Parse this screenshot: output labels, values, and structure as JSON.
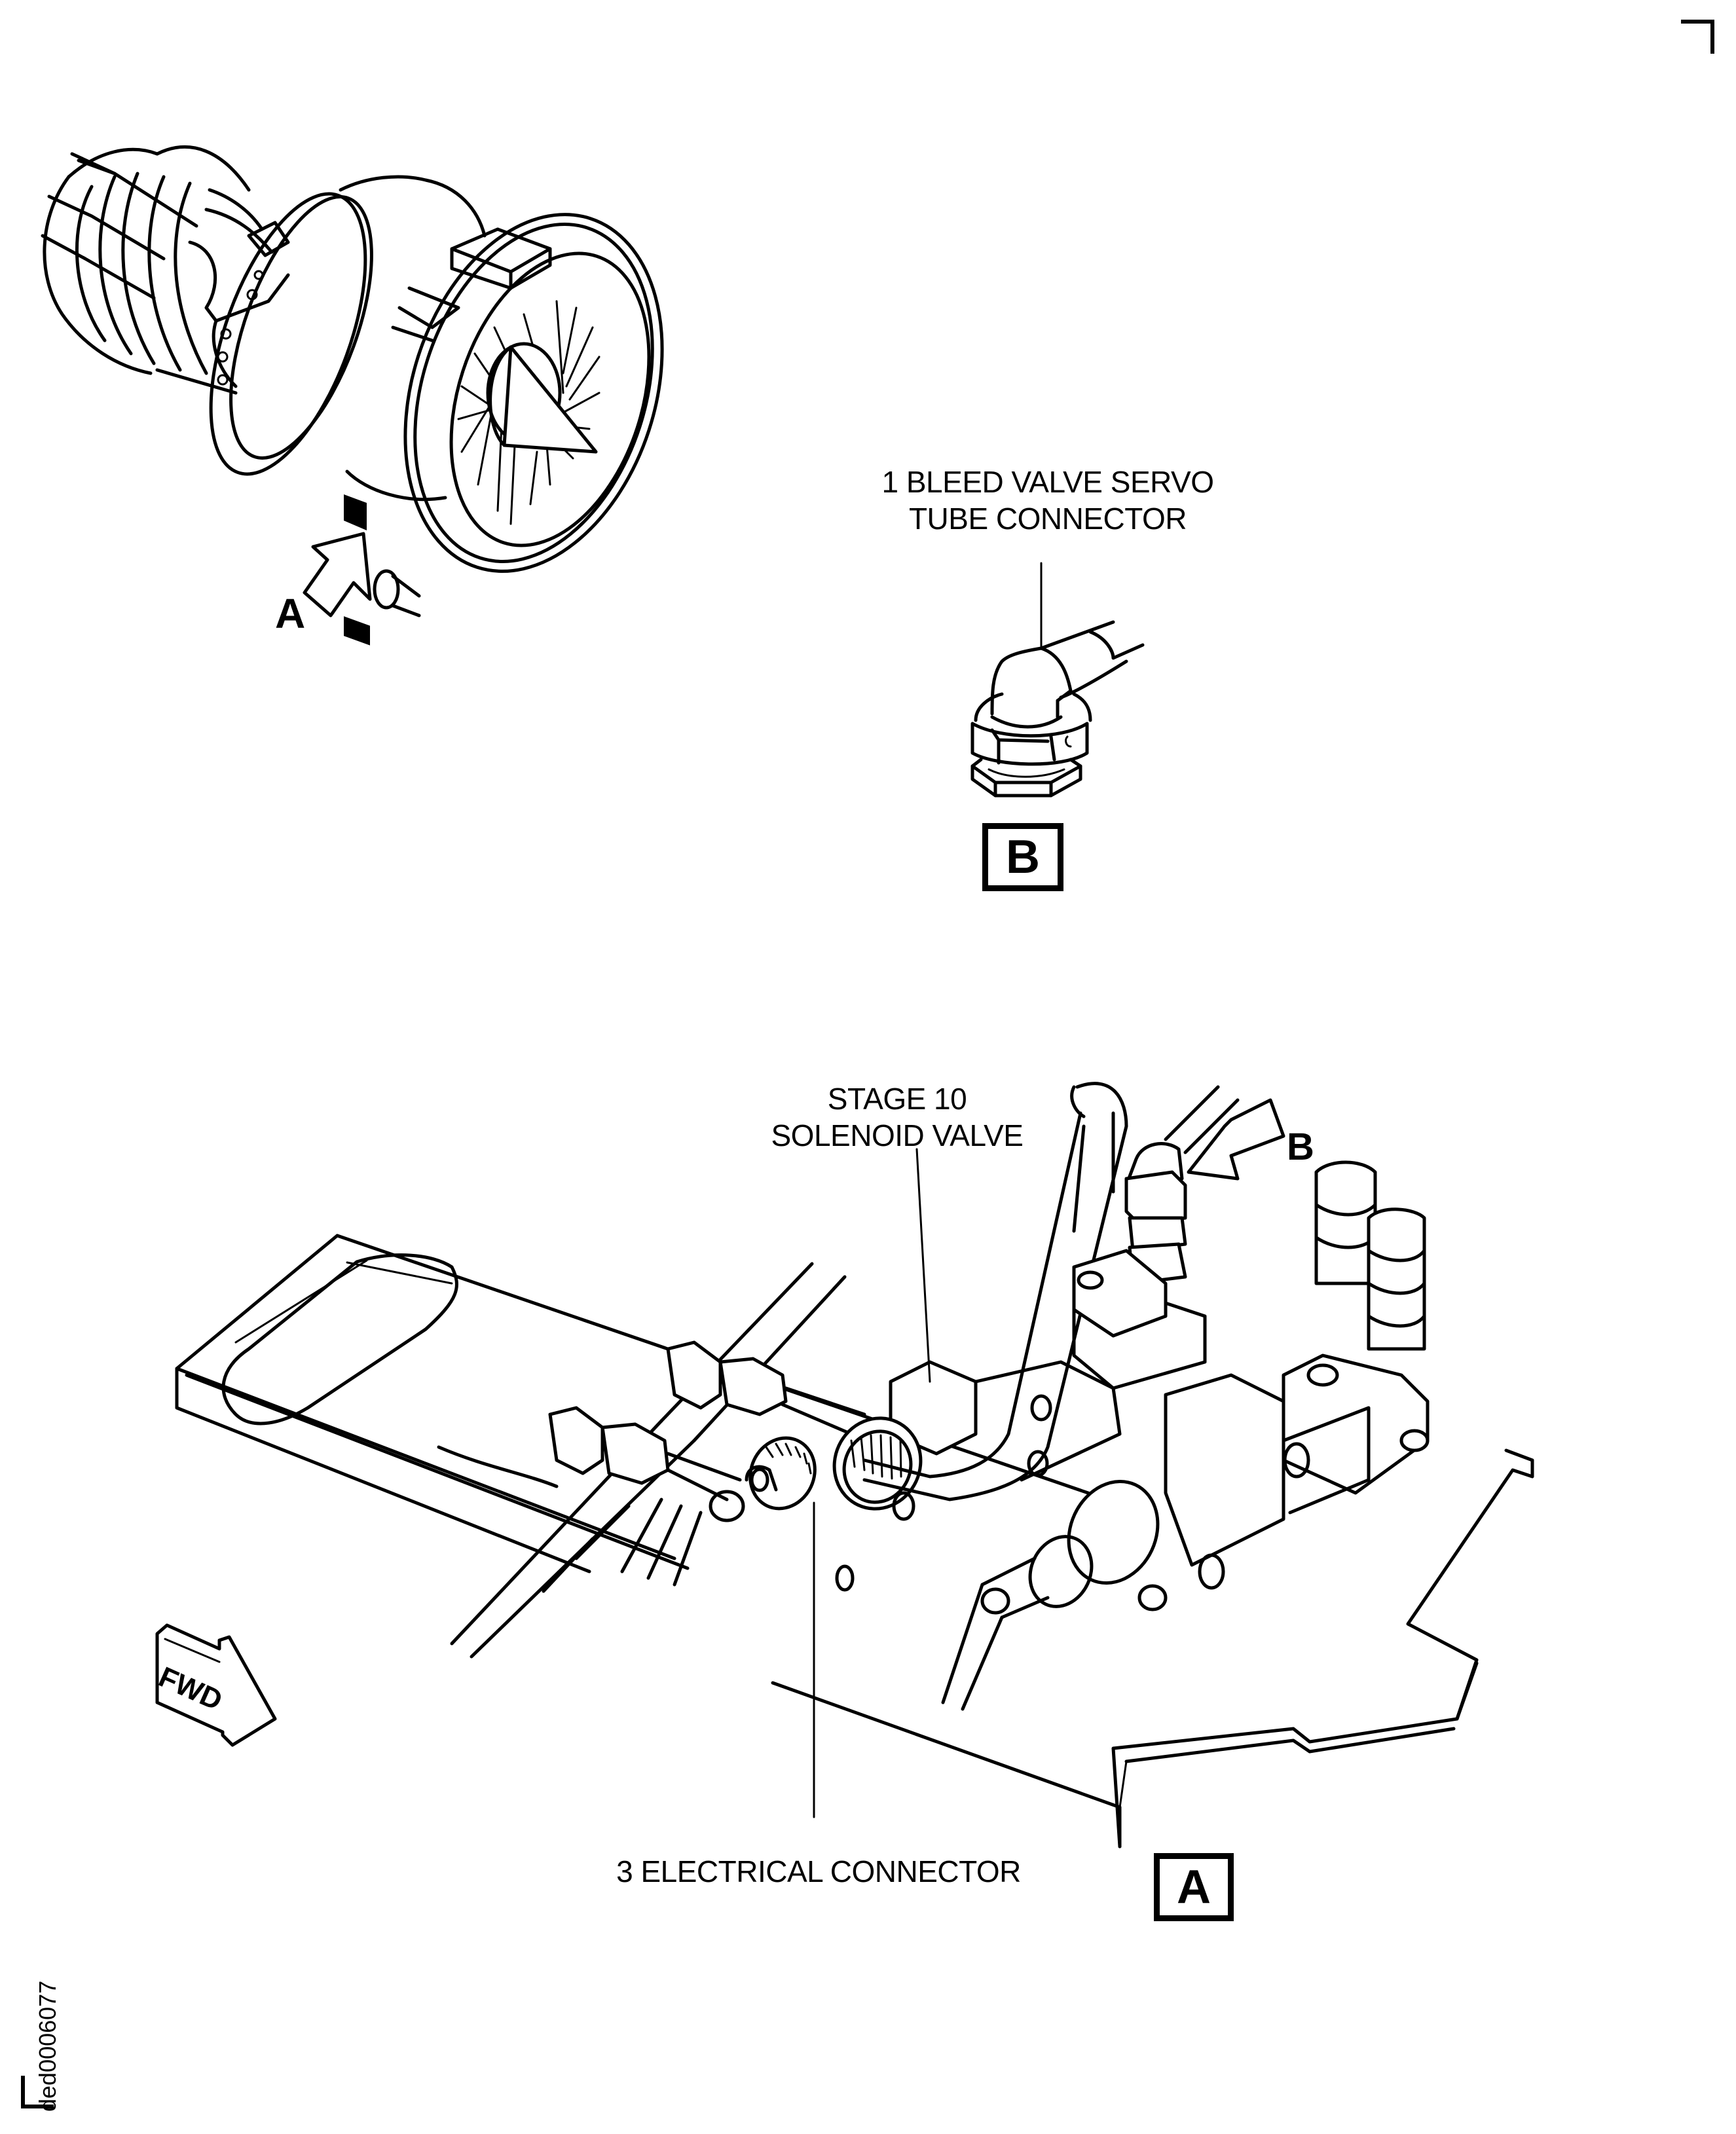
{
  "figure": {
    "document_id": "ded0006077",
    "overview": {
      "subject": "turbofan-engine",
      "callout_letter": "A"
    },
    "detail_b": {
      "label_lines": "1 BLEED VALVE SERVO\nTUBE CONNECTOR",
      "view_letter": "B"
    },
    "detail_a": {
      "solenoid_label": "STAGE 10\nSOLENOID VALVE",
      "electrical_label": "3 ELECTRICAL CONNECTOR",
      "callout_b_letter": "B",
      "view_letter": "A",
      "fwd_label": "FWD"
    }
  }
}
